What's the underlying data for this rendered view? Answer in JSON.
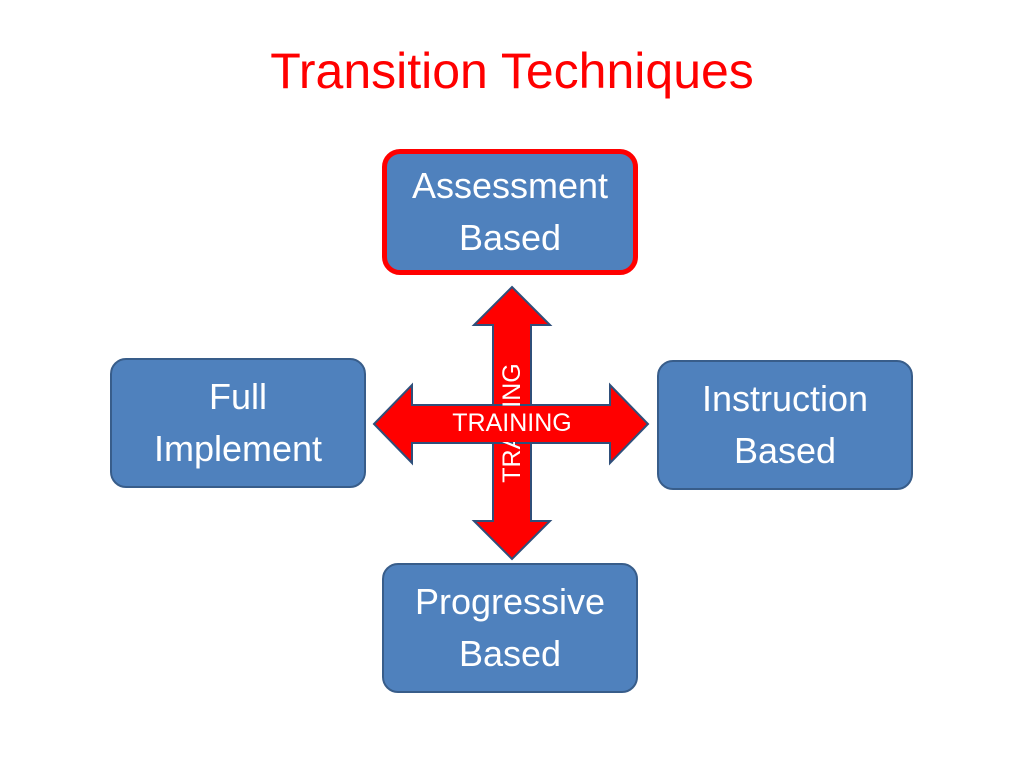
{
  "title": "Transition Techniques",
  "boxes": {
    "top": {
      "line1": "Assessment",
      "line2": "Based"
    },
    "left": {
      "line1": "Full",
      "line2": "Implement"
    },
    "right": {
      "line1": "Instruction",
      "line2": "Based"
    },
    "bottom": {
      "line1": "Progressive",
      "line2": "Based"
    }
  },
  "arrows": {
    "horizontal_label": "TRAINING",
    "vertical_label": "TRAINING"
  },
  "colors": {
    "title": "#ff0000",
    "box_fill": "#4f81bd",
    "box_border": "#385d8a",
    "highlight_border": "#ff0000",
    "arrow_fill": "#ff0000",
    "arrow_outline": "#2f4f7a"
  }
}
